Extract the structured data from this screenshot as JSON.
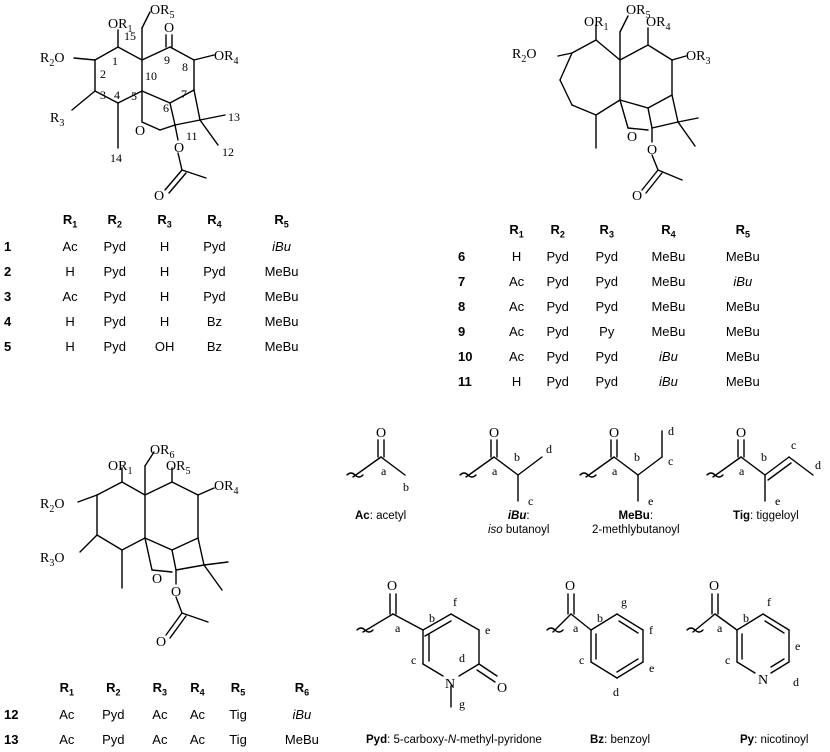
{
  "structure_a": {
    "substituents": [
      "OR",
      "OR",
      "R",
      "OR",
      "OR"
    ],
    "sub_index": [
      "1",
      "2",
      "3",
      "4",
      "5"
    ],
    "carbon_numbers": [
      "1",
      "2",
      "3",
      "4",
      "5",
      "6",
      "7",
      "8",
      "9",
      "10",
      "11",
      "12",
      "13",
      "14",
      "15"
    ],
    "ring_o": "O",
    "ketone_o": "O",
    "acetate_o": [
      "O",
      "O"
    ]
  },
  "structure_b": {
    "substituents": [
      "OR",
      "OR",
      "OR",
      "OR",
      "OR"
    ],
    "sub_index": [
      "1",
      "2",
      "3",
      "4",
      "5"
    ],
    "ring_o": "O",
    "acetate_o": [
      "O",
      "O"
    ]
  },
  "structure_c": {
    "substituents": [
      "OR",
      "OR",
      "OR",
      "OR",
      "OR",
      "OR"
    ],
    "sub_index": [
      "1",
      "2",
      "3",
      "4",
      "5",
      "6"
    ],
    "ring_o": "O",
    "acetate_o": [
      "O",
      "O"
    ]
  },
  "table_a": {
    "headers": [
      "R",
      "R",
      "R",
      "R",
      "R"
    ],
    "header_sub": [
      "1",
      "2",
      "3",
      "4",
      "5"
    ],
    "rows": [
      {
        "id": "1",
        "cells": [
          "Ac",
          "Pyd",
          "H",
          "Pyd",
          "iBu"
        ]
      },
      {
        "id": "2",
        "cells": [
          "H",
          "Pyd",
          "H",
          "Pyd",
          "MeBu"
        ]
      },
      {
        "id": "3",
        "cells": [
          "Ac",
          "Pyd",
          "H",
          "Pyd",
          "MeBu"
        ]
      },
      {
        "id": "4",
        "cells": [
          "H",
          "Pyd",
          "H",
          "Bz",
          "MeBu"
        ]
      },
      {
        "id": "5",
        "cells": [
          "H",
          "Pyd",
          "OH",
          "Bz",
          "MeBu"
        ]
      }
    ]
  },
  "table_b": {
    "headers": [
      "R",
      "R",
      "R",
      "R",
      "R"
    ],
    "header_sub": [
      "1",
      "2",
      "3",
      "4",
      "5"
    ],
    "rows": [
      {
        "id": "6",
        "cells": [
          "H",
          "Pyd",
          "Pyd",
          "MeBu",
          "MeBu"
        ]
      },
      {
        "id": "7",
        "cells": [
          "Ac",
          "Pyd",
          "Pyd",
          "MeBu",
          "iBu"
        ]
      },
      {
        "id": "8",
        "cells": [
          "Ac",
          "Pyd",
          "Pyd",
          "MeBu",
          "MeBu"
        ]
      },
      {
        "id": "9",
        "cells": [
          "Ac",
          "Pyd",
          "Py",
          "MeBu",
          "MeBu"
        ]
      },
      {
        "id": "10",
        "cells": [
          "Ac",
          "Pyd",
          "Pyd",
          "iBu",
          "MeBu"
        ]
      },
      {
        "id": "11",
        "cells": [
          "H",
          "Pyd",
          "Pyd",
          "iBu",
          "MeBu"
        ]
      }
    ]
  },
  "table_c": {
    "headers": [
      "R",
      "R",
      "R",
      "R",
      "R",
      "R"
    ],
    "header_sub": [
      "1",
      "2",
      "3",
      "4",
      "5",
      "6"
    ],
    "rows": [
      {
        "id": "12",
        "cells": [
          "Ac",
          "Pyd",
          "Ac",
          "Ac",
          "Tig",
          "iBu"
        ]
      },
      {
        "id": "13",
        "cells": [
          "Ac",
          "Pyd",
          "Ac",
          "Ac",
          "Tig",
          "MeBu"
        ]
      }
    ]
  },
  "legend": {
    "acetyl": {
      "abbr": "Ac",
      "name": ": acetyl",
      "atom_o": "O",
      "letters": [
        "a",
        "b"
      ]
    },
    "isobutanoyl": {
      "abbr": "iBu",
      "colon": ":",
      "name_prefix": "iso",
      "name_rest": " butanoyl",
      "atom_o": "O",
      "letters": [
        "a",
        "b",
        "c",
        "d"
      ]
    },
    "methylbutanoyl": {
      "abbr": "MeBu",
      "colon": ":",
      "name": "2-methlybutanoyl",
      "atom_o": "O",
      "letters": [
        "a",
        "b",
        "c",
        "d",
        "e"
      ]
    },
    "tiggeloyl": {
      "abbr": "Tig",
      "name": ": tiggeloyl",
      "atom_o": "O",
      "letters": [
        "a",
        "b",
        "c",
        "d",
        "e"
      ]
    },
    "pyridone": {
      "abbr": "Pyd",
      "name_a": ": 5-carboxy-",
      "name_n": "N",
      "name_b": "-methyl-pyridone",
      "atom_o": [
        "O",
        "O"
      ],
      "atom_n": "N",
      "letters": [
        "a",
        "b",
        "c",
        "d",
        "e",
        "f",
        "g"
      ]
    },
    "benzoyl": {
      "abbr": "Bz",
      "name": ": benzoyl",
      "atom_o": "O",
      "letters": [
        "a",
        "b",
        "c",
        "d",
        "e",
        "f",
        "g"
      ]
    },
    "nicotinoyl": {
      "abbr": "Py",
      "name": ": nicotinoyl",
      "atom_o": "O",
      "atom_n": "N",
      "letters": [
        "a",
        "b",
        "c",
        "d",
        "e",
        "f"
      ]
    }
  }
}
